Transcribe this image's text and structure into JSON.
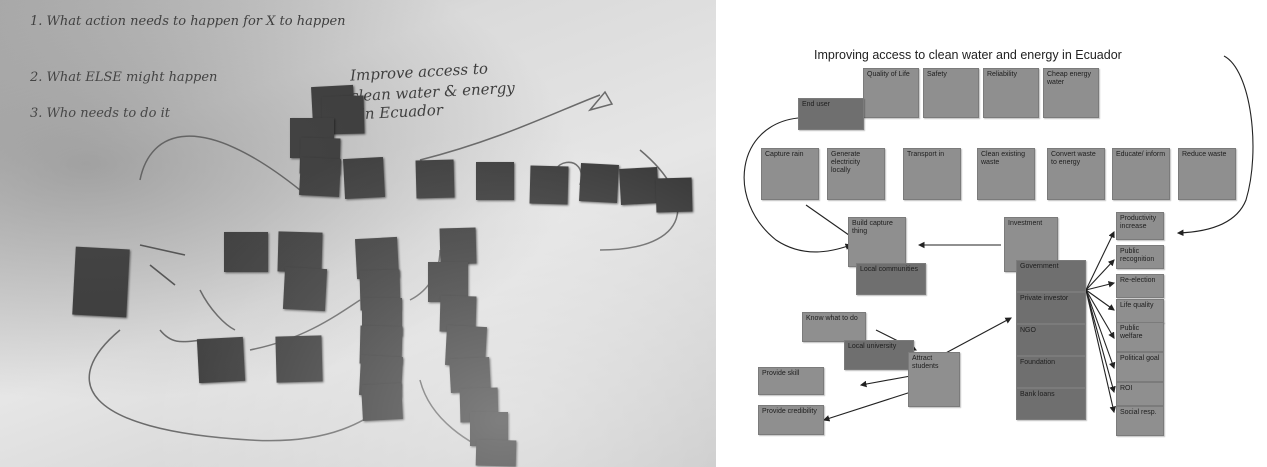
{
  "photo": {
    "handwriting_list": [
      "1. What action needs to happen for X to happen",
      "2. What ELSE might happen",
      "3. Who needs to do it"
    ],
    "handwriting_goal": [
      "Improve access to",
      "clean water & energy",
      "in Ecuador"
    ]
  },
  "diagram": {
    "title": "Improving access to clean water and energy in Ecuador",
    "benefits": [
      "Quality of Life",
      "Safety",
      "Reliability",
      "Cheap energy water"
    ],
    "end_user": "End user",
    "actions": [
      "Capture rain",
      "Generate electricity locally",
      "Transport in",
      "Clean existing waste",
      "Convert waste to energy",
      "Educate/ inform",
      "Reduce waste"
    ],
    "build": "Build capture thing",
    "local_communities": "Local communities",
    "investment": "Investment",
    "funders": [
      "Government",
      "Private investor",
      "NGO",
      "Foundation",
      "Bank loans"
    ],
    "motivations": [
      "Productivity increase",
      "Public recognition",
      "Re-election",
      "Life quality",
      "Public welfare",
      "Political goal",
      "ROI",
      "Social resp."
    ],
    "know_what": "Know what to do",
    "local_university": "Local university",
    "attract": "Attract students",
    "provide_skill": "Provide skill",
    "provide_credibility": "Provide credibility"
  }
}
